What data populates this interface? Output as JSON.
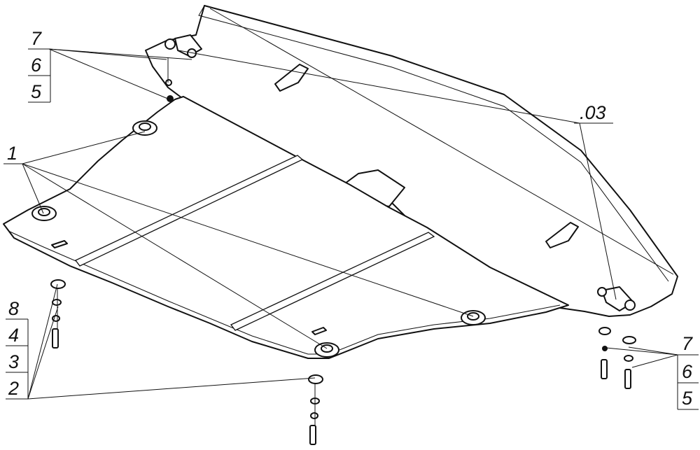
{
  "diagram": {
    "callouts": {
      "top_left": [
        "7",
        "6",
        "5"
      ],
      "left_single": "1",
      "bottom_left": [
        "8",
        "4",
        "3",
        "2"
      ],
      "right_bracket": ".03",
      "bottom_right": [
        "7",
        "6",
        "5"
      ]
    }
  }
}
